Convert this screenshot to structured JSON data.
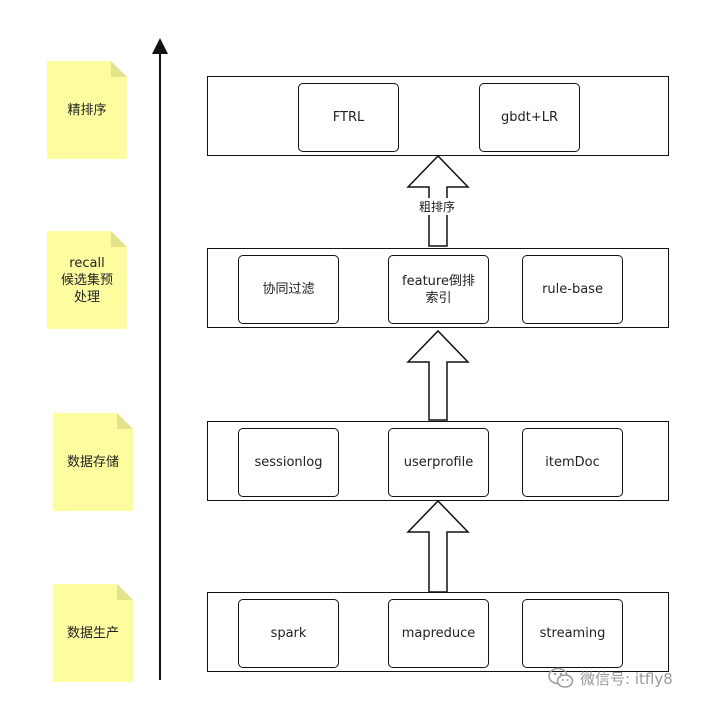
{
  "stages": [
    {
      "id": "rank",
      "label": "精排序"
    },
    {
      "id": "recall",
      "label": "recall 候选集预处理",
      "lines": [
        "recall",
        "候选集预",
        "处理"
      ]
    },
    {
      "id": "storage",
      "label": "数据存储"
    },
    {
      "id": "produce",
      "label": "数据生产"
    }
  ],
  "layers": [
    {
      "id": "rank",
      "nodes": [
        {
          "id": "ftrl",
          "label": "FTRL"
        },
        {
          "id": "gbdt-lr",
          "label": "gbdt+LR"
        }
      ]
    },
    {
      "id": "recall",
      "nodes": [
        {
          "id": "cf",
          "label": "协同过滤"
        },
        {
          "id": "feature-index",
          "label": "feature倒排索引",
          "lines": [
            "feature倒排",
            "索引"
          ]
        },
        {
          "id": "rule-base",
          "label": "rule-base"
        }
      ]
    },
    {
      "id": "storage",
      "nodes": [
        {
          "id": "sessionlog",
          "label": "sessionlog"
        },
        {
          "id": "userprofile",
          "label": "userprofile"
        },
        {
          "id": "itemdoc",
          "label": "itemDoc"
        }
      ]
    },
    {
      "id": "produce",
      "nodes": [
        {
          "id": "spark",
          "label": "spark"
        },
        {
          "id": "mapreduce",
          "label": "mapreduce"
        },
        {
          "id": "streaming",
          "label": "streaming"
        }
      ]
    }
  ],
  "edges": [
    {
      "from": "recall",
      "to": "rank",
      "label": "粗排序"
    },
    {
      "from": "storage",
      "to": "recall",
      "label": ""
    },
    {
      "from": "produce",
      "to": "storage",
      "label": ""
    }
  ],
  "watermark": {
    "text": "微信号: itfly8",
    "icon": "wechat-icon"
  }
}
